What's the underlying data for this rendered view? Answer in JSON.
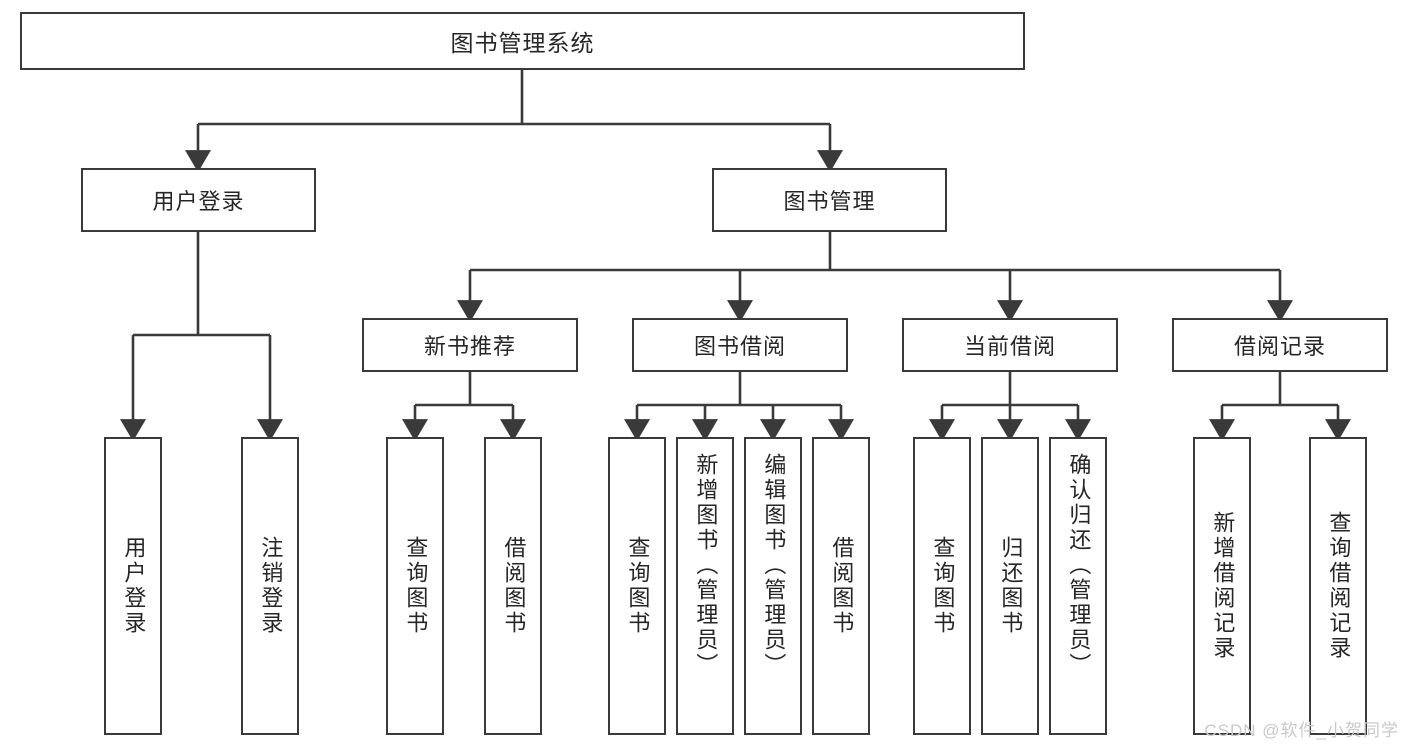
{
  "diagram": {
    "title_node": {
      "label": "图书管理系统"
    },
    "level2": [
      {
        "id": "user-login",
        "label": "用户登录"
      },
      {
        "id": "book-management",
        "label": "图书管理"
      }
    ],
    "level3": [
      {
        "id": "new-book-recommend",
        "label": "新书推荐"
      },
      {
        "id": "book-borrow",
        "label": "图书借阅"
      },
      {
        "id": "current-borrow",
        "label": "当前借阅"
      },
      {
        "id": "borrow-record",
        "label": "借阅记录"
      }
    ],
    "leaves": {
      "user_login": [
        {
          "id": "leaf-user-login",
          "label": "用户登录"
        },
        {
          "id": "leaf-logout-login",
          "label": "注销登录"
        }
      ],
      "new_book_recommend": [
        {
          "id": "leaf-query-book-1",
          "label": "查询图书"
        },
        {
          "id": "leaf-borrow-book-1",
          "label": "借阅图书"
        }
      ],
      "book_borrow": [
        {
          "id": "leaf-query-book-2",
          "label": "查询图书"
        },
        {
          "id": "leaf-add-book",
          "label": "新增图书（管理员）"
        },
        {
          "id": "leaf-edit-book",
          "label": "编辑图书（管理员）"
        },
        {
          "id": "leaf-borrow-book-2",
          "label": "借阅图书"
        }
      ],
      "current_borrow": [
        {
          "id": "leaf-query-book-3",
          "label": "查询图书"
        },
        {
          "id": "leaf-return-book",
          "label": "归还图书"
        },
        {
          "id": "leaf-confirm-return",
          "label": "确认归还（管理员）"
        }
      ],
      "borrow_record": [
        {
          "id": "leaf-add-borrow-record",
          "label": "新增借阅记录"
        },
        {
          "id": "leaf-query-borrow-record",
          "label": "查询借阅记录"
        }
      ]
    },
    "watermark": "CSDN @软件_小贺同学",
    "colors": {
      "border": "#3a3a3a",
      "text": "#262626",
      "background": "#ffffff",
      "watermark": "#c9c9c9"
    }
  }
}
